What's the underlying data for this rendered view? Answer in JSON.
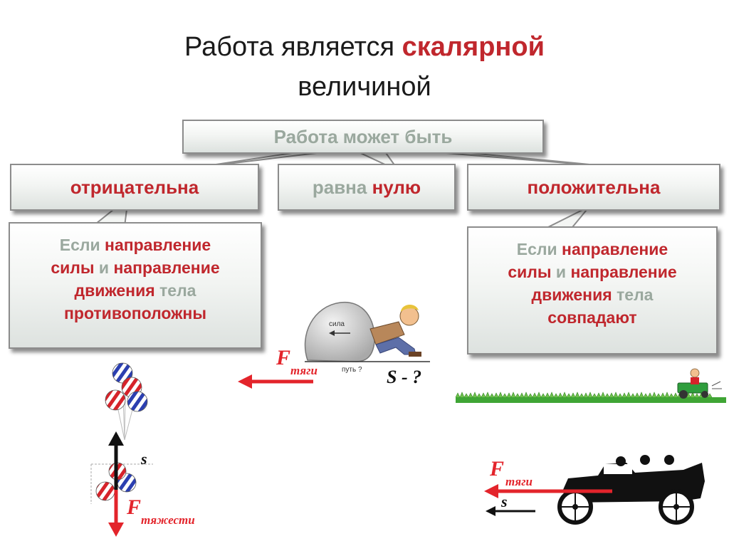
{
  "title": {
    "line1_prefix": "Работа является",
    "line1_accent": "скалярной",
    "line2": "величиной"
  },
  "top_box": {
    "label": "Работа может быть"
  },
  "categories": {
    "negative": "отрицательна",
    "zero_prefix": "равна",
    "zero_accent": "нулю",
    "positive": "положительна"
  },
  "conditions": {
    "left": {
      "w1": "Если",
      "w2": "направление",
      "w3": "силы",
      "w4": "и",
      "w5": "направление",
      "w6": "движения",
      "w7": "тела",
      "w8": "противоположны"
    },
    "right": {
      "w1": "Если",
      "w2": "направление",
      "w3": "силы",
      "w4": "и",
      "w5": "направление",
      "w6": "движения",
      "w7": "тела",
      "w8": "совпадают"
    }
  },
  "figures": {
    "boulder": {
      "force_label": "сила",
      "path_label": "путь ?",
      "F": "F",
      "F_sub": "тяги",
      "S_question": "S - ?"
    },
    "balloons": {
      "s_label": "s",
      "F": "F",
      "F_sub": "тяжести"
    },
    "car": {
      "F": "F",
      "F_sub": "тяги",
      "s_label": "s"
    }
  },
  "colors": {
    "accent_red": "#c0272d",
    "muted_green_gray": "#9aa89e",
    "arrow_red": "#e3242b"
  }
}
